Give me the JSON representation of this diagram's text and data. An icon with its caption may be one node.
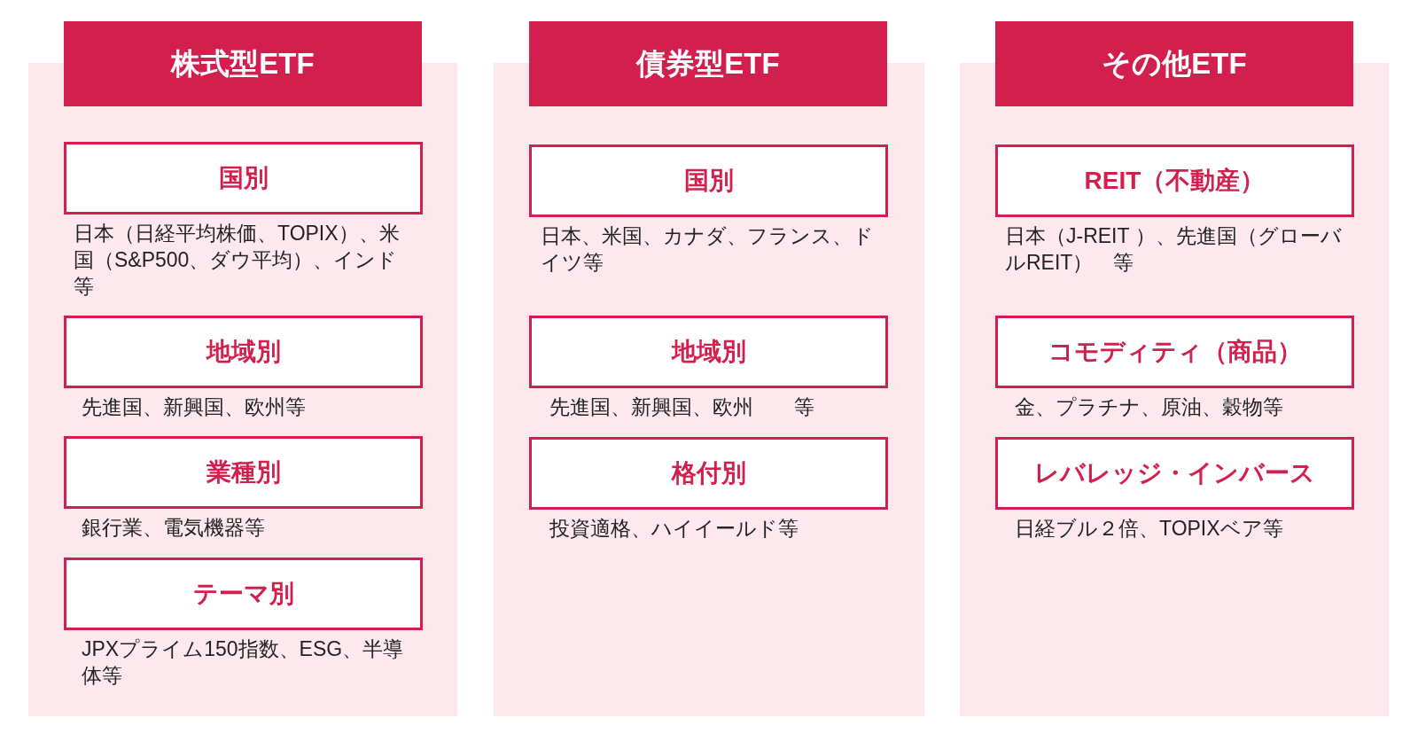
{
  "diagram": {
    "nodes": [
      {
        "text": [
          "株式型ETF"
        ]
      },
      {
        "text": [
          "国別"
        ],
        "in": 0,
        "beside": [
          "日本（日経平均株価、TOPIX）、米国（S&P500、ダウ平均）、インド等"
        ]
      },
      {
        "text": [
          "地域別"
        ],
        "in": 0,
        "beside": [
          "先進国、新興国、欧州等"
        ]
      },
      {
        "text": [
          "業種別"
        ],
        "in": 0,
        "beside": [
          "銀行業、電気機器等"
        ]
      },
      {
        "text": [
          "テーマ別"
        ],
        "in": 0,
        "beside": [
          "JPXプライム150指数、ESG、半導体等"
        ]
      },
      {
        "text": [
          "債券型ETF"
        ]
      },
      {
        "text": [
          "国別"
        ],
        "in": 5,
        "beside": [
          "日本、米国、カナダ、フランス、ドイツ等"
        ]
      },
      {
        "text": [
          "地域別"
        ],
        "in": 5,
        "beside": [
          "先進国、新興国、欧州　　等"
        ]
      },
      {
        "text": [
          "格付別"
        ],
        "in": 5,
        "beside": [
          "投資適格、ハイイールド等"
        ]
      },
      {
        "text": [
          "その他ETF"
        ]
      },
      {
        "text": [
          "REIT（不動産）"
        ],
        "in": 9,
        "beside": [
          "日本（J-REIT ）、先進国（グローバルREIT）　等"
        ]
      },
      {
        "text": [
          "コモディティ（商品）"
        ],
        "in": 9,
        "beside": [
          "金、プラチナ、原油、穀物等"
        ]
      },
      {
        "text": [
          "レバレッジ・インバース"
        ],
        "in": 9,
        "beside": [
          "日経ブル２倍、TOPIXベア等"
        ]
      }
    ]
  }
}
